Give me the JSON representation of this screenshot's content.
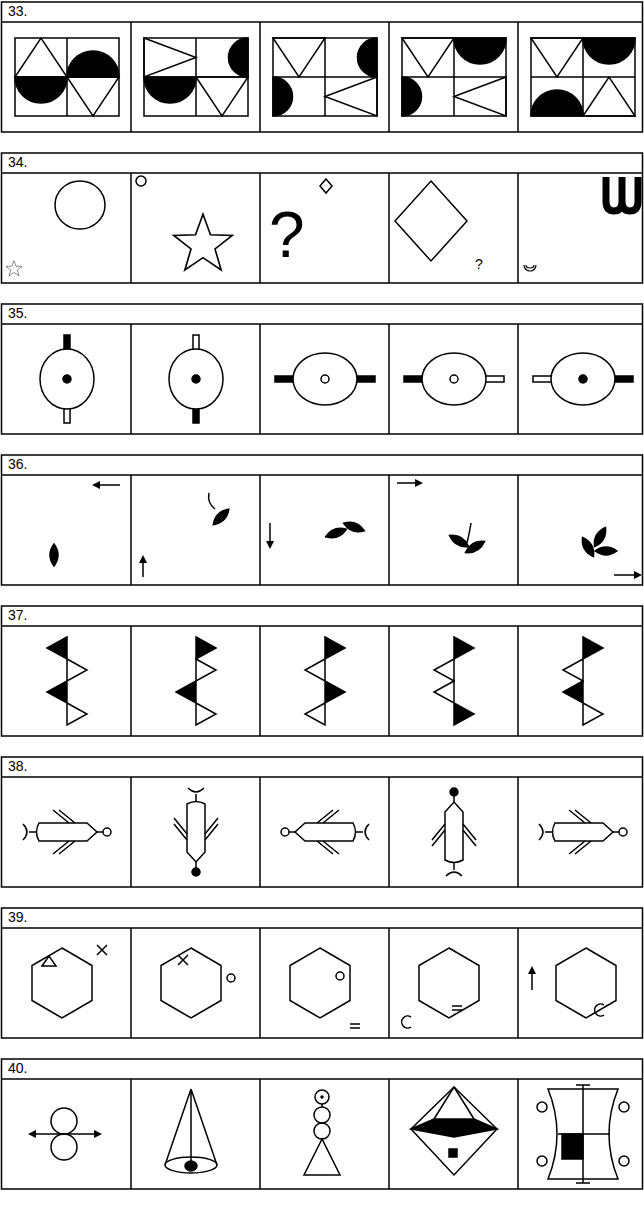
{
  "diagram": {
    "labels": [
      "33.",
      "34.",
      "?",
      "?",
      "35.",
      "36.",
      "37.",
      "38.",
      "39.",
      "40."
    ]
  }
}
